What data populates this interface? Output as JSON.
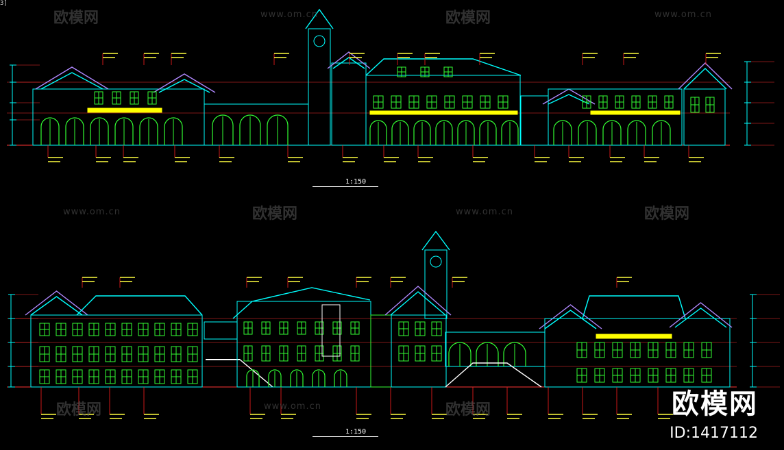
{
  "corner_label": "3]",
  "watermarks": {
    "url": "www.om.cn",
    "brand": "欧模网"
  },
  "brand_overlay": {
    "name": "欧模网",
    "id": "ID:1417112"
  },
  "elevations": [
    {
      "scale": "1:150"
    },
    {
      "scale": "1:150"
    }
  ],
  "colors": {
    "background": "#000000",
    "structure": "#00ffff",
    "windows": "#33ff33",
    "roof_trim": "#b088ff",
    "annotation": "#ff2020",
    "label": "#ffff40",
    "balcony": "#ffff00",
    "level_line": "#ff3333",
    "text": "#ffffff"
  }
}
